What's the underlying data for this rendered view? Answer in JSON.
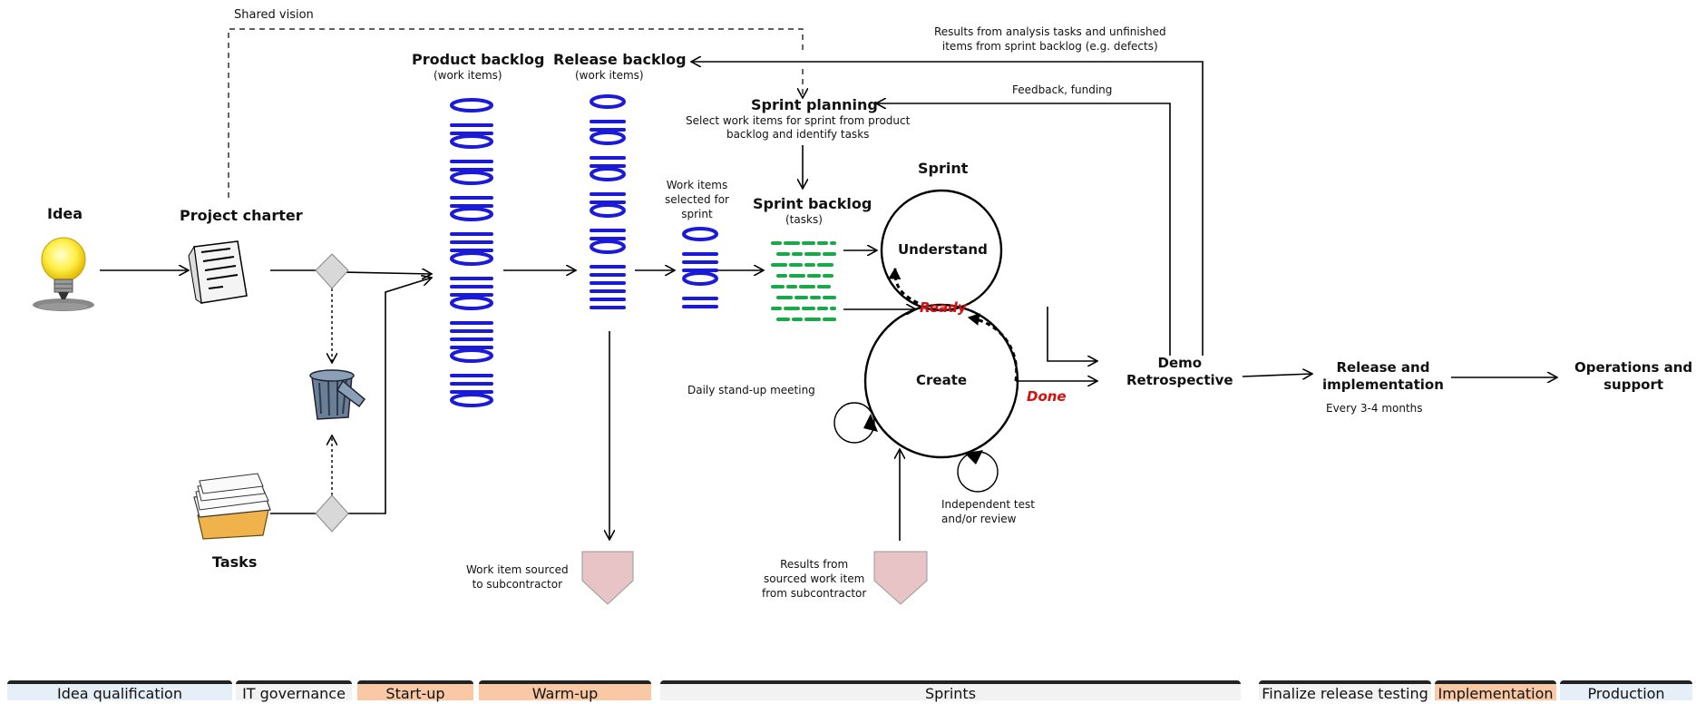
{
  "labels": {
    "shared_vision": "Shared vision",
    "idea": "Idea",
    "project_charter": "Project charter",
    "tasks": "Tasks",
    "product_backlog": "Product backlog",
    "product_backlog_sub": "(work items)",
    "release_backlog": "Release backlog",
    "release_backlog_sub": "(work items)",
    "work_items_selected": [
      "Work items",
      "selected for",
      "sprint"
    ],
    "sprint_planning": "Sprint planning",
    "sprint_planning_desc": [
      "Select work items for sprint from product",
      "backlog and identify tasks"
    ],
    "sprint_backlog": "Sprint backlog",
    "sprint_backlog_sub": "(tasks)",
    "sprint": "Sprint",
    "understand": "Understand",
    "ready": "Ready",
    "create": "Create",
    "done": "Done",
    "daily_standup": "Daily stand-up meeting",
    "independent_test": [
      "Independent test",
      "and/or review"
    ],
    "results_analysis": [
      "Results from analysis tasks and unfinished",
      "items from sprint backlog (e.g. defects)"
    ],
    "feedback_funding": "Feedback, funding",
    "demo_retro": [
      "Demo",
      "Retrospective"
    ],
    "release_impl": [
      "Release and",
      "implementation"
    ],
    "every_months": "Every 3-4 months",
    "operations": [
      "Operations and",
      "support"
    ],
    "work_item_sourced": [
      "Work item sourced",
      "to subcontractor"
    ],
    "results_sourced": [
      "Results from",
      "sourced work item",
      "from subcontractor"
    ]
  },
  "phases": [
    {
      "label": "Idea qualification",
      "color": "#e6eef7"
    },
    {
      "label": "IT governance",
      "color": "#f2f2f2"
    },
    {
      "label": "Start-up",
      "color": "#f8c9a4"
    },
    {
      "label": "Warm-up",
      "color": "#f8c9a4"
    },
    {
      "label": "Sprints",
      "color": "#f2f2f2"
    },
    {
      "label": "Finalize release testing",
      "color": "#f2f2f2"
    },
    {
      "label": "Implementation",
      "color": "#f8c9a4"
    },
    {
      "label": "Production",
      "color": "#e6eef7"
    }
  ],
  "colors": {
    "backlog_items": "#1a1ad8",
    "sprint_tasks": "#1aa84a",
    "ready_done": "#d41010",
    "subcontractor_box": "#e8c4c6"
  },
  "icons": [
    "lightbulb-icon",
    "document-icon",
    "trash-can-icon",
    "paper-stack-icon"
  ]
}
